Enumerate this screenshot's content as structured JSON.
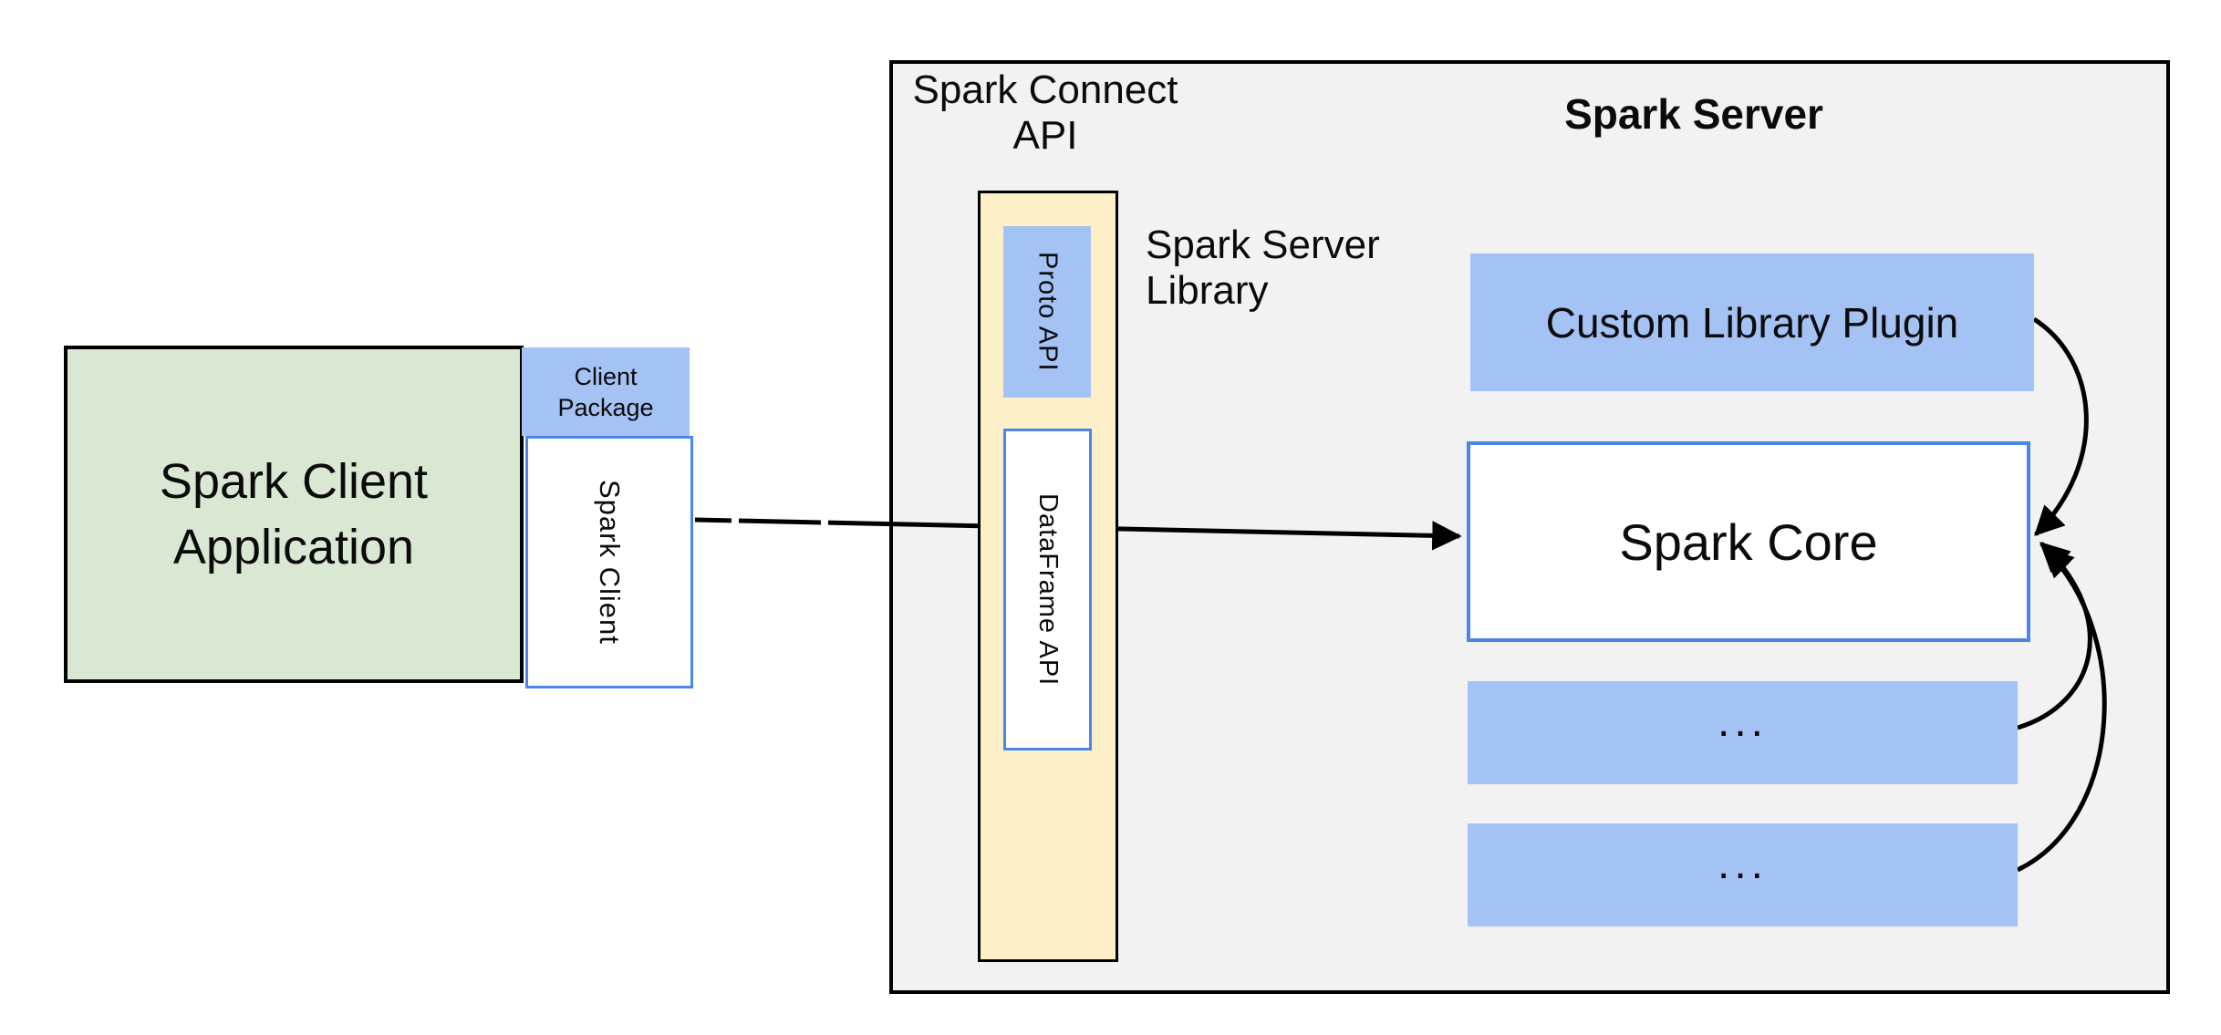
{
  "colors": {
    "container_fill": "#f2f2f2",
    "green_fill": "#d9e8d2",
    "blue_fill": "#a4c2f4",
    "yellow_fill": "#fdf0c9",
    "blue_border": "#4a86e8",
    "black_border": "#000000",
    "arrow_color": "#000000"
  },
  "client": {
    "app_line1": "Spark Client",
    "app_line2": "Application",
    "package_line1": "Client",
    "package_line2": "Package",
    "spark_client_label": "Spark Client"
  },
  "connect_api": {
    "line1": "Spark Connect",
    "line2": "API"
  },
  "server": {
    "title": "Spark Server",
    "proto_api_label": "Proto API",
    "dataframe_api_label": "DataFrame API",
    "library_line1": "Spark Server",
    "library_line2": "Library",
    "plugin_label": "Custom Library Plugin",
    "core_label": "Spark Core",
    "more_1": "...",
    "more_2": "..."
  }
}
